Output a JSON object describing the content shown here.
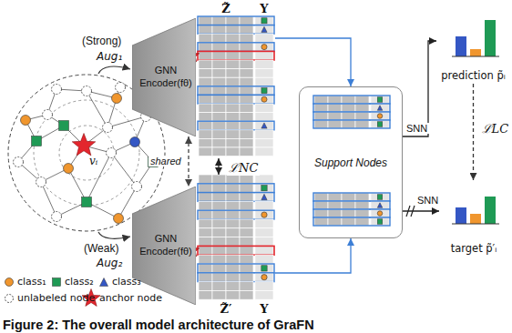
{
  "diagram": {
    "caption": "Figure 2: The overall model architecture of GraFN",
    "nodes": [
      {
        "text": [
          "GNN Encoder(fθ)"
        ]
      },
      {
        "text": [
          "GNN Encoder(fθ)"
        ]
      },
      {
        "text": [
          "Z̃",
          "Y"
        ]
      },
      {
        "text": [
          "Z̃′",
          "Y"
        ]
      },
      {
        "text": [
          "Support Nodes"
        ]
      },
      {
        "text": [
          "prediction p̃ᵢ"
        ]
      },
      {
        "text": [
          "target p̃′ᵢ"
        ]
      }
    ],
    "edges": [
      {
        "from": 0,
        "to": 1,
        "arrow": "both",
        "label": "shared"
      },
      {
        "from": 2,
        "to": 3,
        "arrow": "both",
        "label": "ℒNC"
      },
      {
        "from": 2,
        "to": 4,
        "arrow": "to"
      },
      {
        "from": 3,
        "to": 4,
        "arrow": "to"
      },
      {
        "from": 4,
        "to": 5,
        "arrow": "to",
        "label": "SNN"
      },
      {
        "from": 4,
        "to": 6,
        "arrow": "to",
        "label": "SNN"
      },
      {
        "from": 5,
        "to": 6,
        "arrow": "to",
        "label": "ℒLC"
      }
    ],
    "labels": [
      "(Strong)",
      "Aug₁",
      "(Weak)",
      "Aug₂",
      "vᵢ"
    ],
    "legend": [
      {
        "text": "class₁"
      },
      {
        "text": "class₂"
      },
      {
        "text": "class₃"
      },
      {
        "text": "unlabeled node"
      },
      {
        "text": "anchor node"
      }
    ]
  }
}
